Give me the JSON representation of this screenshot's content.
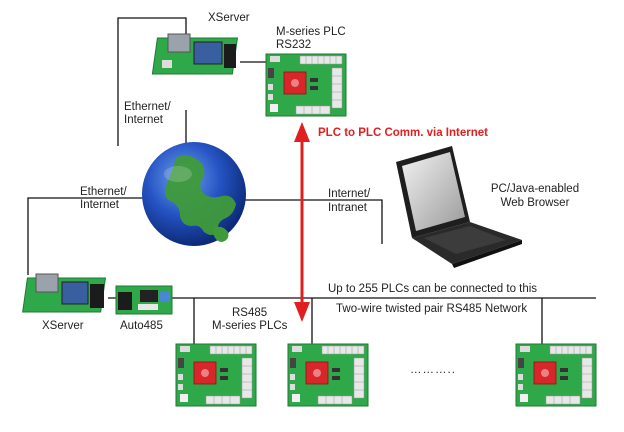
{
  "labels": {
    "xserver_top": "XServer",
    "plc_top_line1": "M-series PLC",
    "plc_top_line2": "RS232",
    "ethernet_top_line1": "Ethernet/",
    "ethernet_top_line2": "Internet",
    "plc_comm": "PLC to PLC Comm. via Internet",
    "ethernet_left_line1": "Ethernet/",
    "ethernet_left_line2": "Internet",
    "internet_intranet_line1": "Internet/",
    "internet_intranet_line2": "Intranet",
    "pc_browser_line1": "PC/Java-enabled",
    "pc_browser_line2": "Web Browser",
    "network_line1": "Up to 255 PLCs can be connected to this",
    "network_line2": "Two-wire twisted pair RS485 Network",
    "xserver_bottom": "XServer",
    "auto485": "Auto485",
    "rs485_line1": "RS485",
    "rs485_line2": "M-series PLCs",
    "ellipsis": "……….."
  },
  "colors": {
    "pcb_green": "#2fa84a",
    "pcb_dark": "#1d7a33",
    "chip_red": "#d8262b",
    "arrow_red": "#e02020",
    "ocean_blue": "#1f4fb8",
    "land_green": "#3f9a3a",
    "wire": "#111111"
  },
  "icons": [
    "xserver-device-icon",
    "plc-board-icon",
    "globe-icon",
    "laptop-icon",
    "auto485-adapter-icon"
  ]
}
